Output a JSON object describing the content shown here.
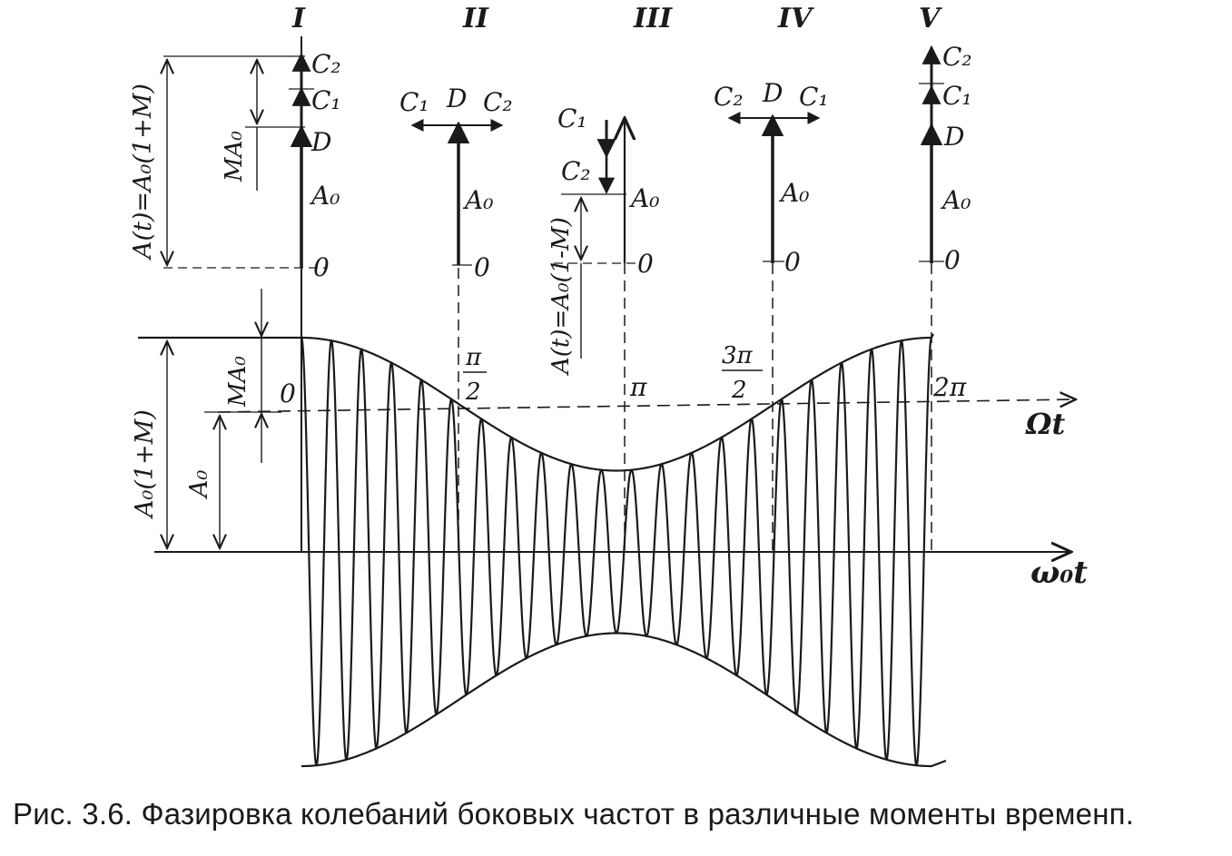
{
  "positions": [
    {
      "roman": "I",
      "phase": "0"
    },
    {
      "roman": "II",
      "phase": "π/2"
    },
    {
      "roman": "III",
      "phase": "π"
    },
    {
      "roman": "IV",
      "phase": "3π/2"
    },
    {
      "roman": "V",
      "phase": "2π"
    }
  ],
  "phase_labels": {
    "zero": "0",
    "half_pi_num": "π",
    "half_pi_den": "2",
    "pi": "π",
    "three_half_num": "3π",
    "three_half_den": "2",
    "two_pi": "2π"
  },
  "vector_labels": {
    "c1": "C₁",
    "c2": "C₂",
    "d": "D",
    "a0": "A₀",
    "zero": "0",
    "ma0": "MA₀"
  },
  "formulas": {
    "max": "A(t)=A₀(1+M)",
    "min": "A(t)=A₀(1-M)",
    "envelope_max": "A₀(1+M)"
  },
  "axes": {
    "omega_t": "Ωt",
    "omega0_t": "ω₀t"
  },
  "modulation": {
    "depth_M": 0.45,
    "carrier_cycles": 21
  },
  "caption": "Рис. 3.6. Фазировка колебаний боковых частот в различные моменты временп."
}
